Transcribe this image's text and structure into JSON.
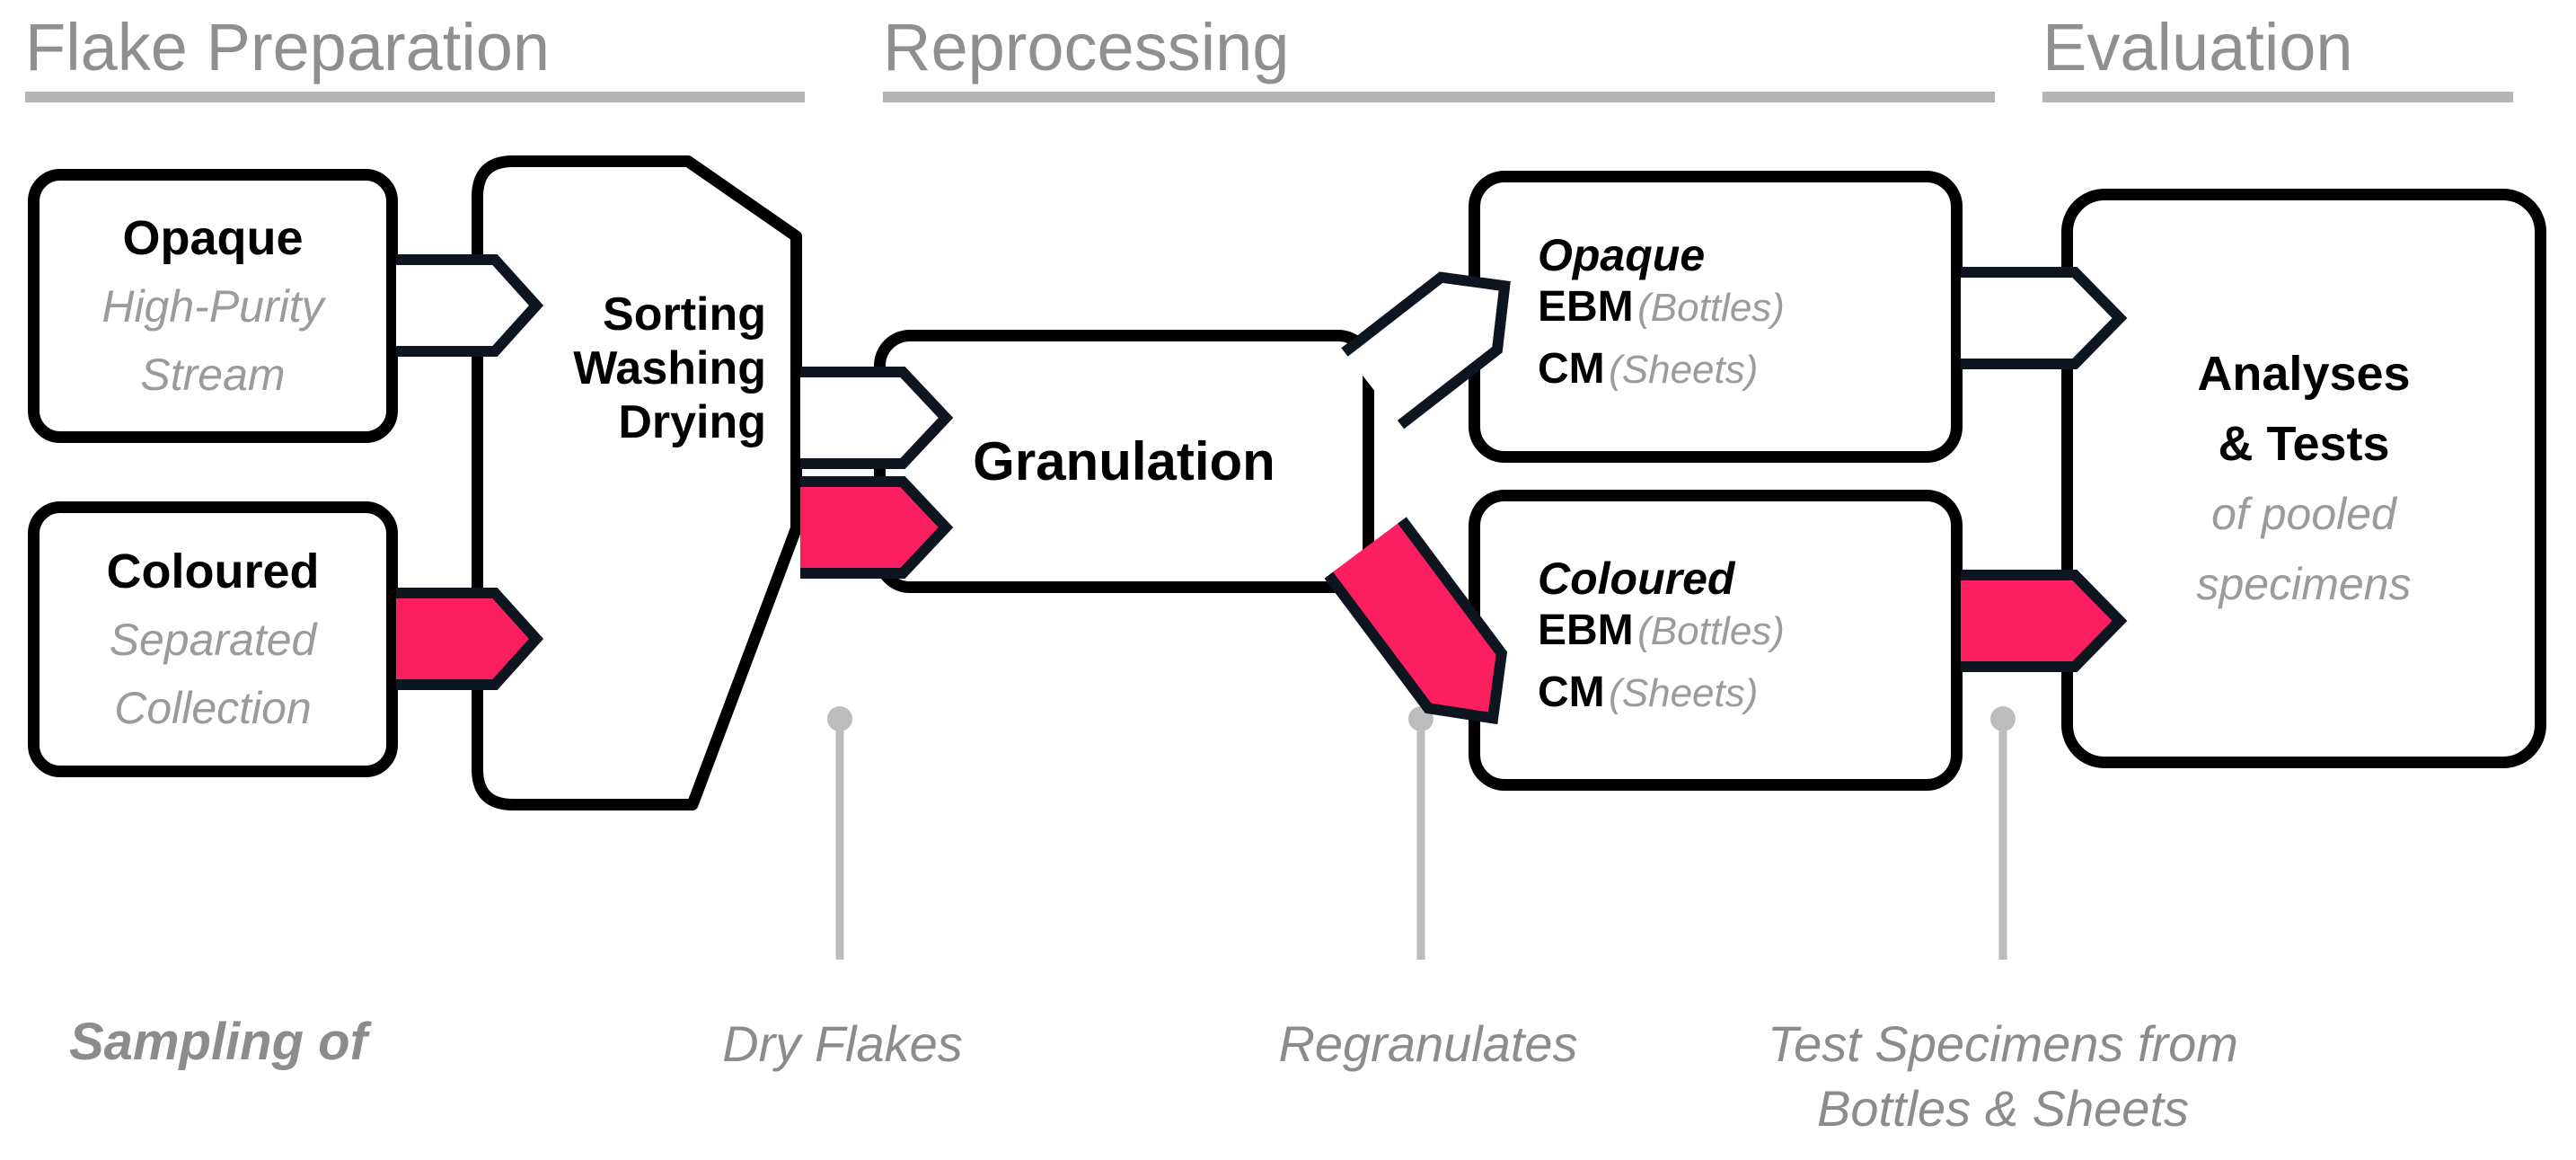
{
  "phases": [
    {
      "label": "Flake Preparation"
    },
    {
      "label": "Reprocessing"
    },
    {
      "label": "Evaluation"
    }
  ],
  "nodes": {
    "opaque_input": {
      "title": "Opaque",
      "subtitle": [
        "High-Purity",
        "Stream"
      ]
    },
    "coloured_input": {
      "title": "Coloured",
      "subtitle": [
        "Separated",
        "Collection"
      ]
    },
    "sorting": {
      "lines": [
        "Sorting",
        "Washing",
        "Drying"
      ]
    },
    "granulation": {
      "label": "Granulation"
    },
    "opaque_output": {
      "title": "Opaque",
      "rows": [
        {
          "process": "EBM",
          "product": "(Bottles)"
        },
        {
          "process": "CM",
          "product": "(Sheets)"
        }
      ]
    },
    "coloured_output": {
      "title": "Coloured",
      "rows": [
        {
          "process": "EBM",
          "product": "(Bottles)"
        },
        {
          "process": "CM",
          "product": "(Sheets)"
        }
      ]
    },
    "analyses": {
      "title": [
        "Analyses",
        "& Tests"
      ],
      "subtitle": [
        "of pooled",
        "specimens"
      ]
    }
  },
  "sampling": {
    "caption": "Sampling of",
    "points": [
      {
        "label": "Dry Flakes",
        "label2": ""
      },
      {
        "label": "Regranulates",
        "label2": ""
      },
      {
        "label": "Test Specimens from",
        "label2": "Bottles & Sheets"
      }
    ]
  },
  "colors": {
    "stream_coloured": "#fb1f5f",
    "stream_opaque": "#ffffff",
    "arrow_outline": "#0c1520",
    "box_border": "#000000",
    "heading_gray": "#8f8f8f",
    "underline_gray": "#b4b4b4",
    "subtitle_gray": "#9b9b9b",
    "label_gray": "#8c8c8c",
    "pin_gray": "#bdbdbd"
  }
}
